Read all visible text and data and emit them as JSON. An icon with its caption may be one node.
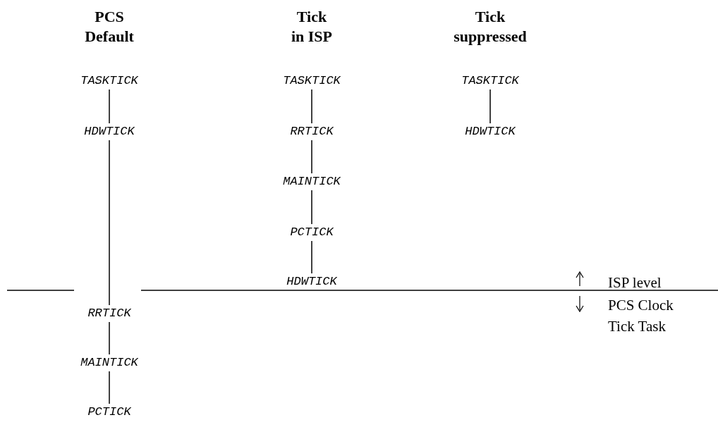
{
  "diagram": {
    "nodes": [
      {
        "text": [
          "TASKTICK"
        ]
      },
      {
        "text": [
          "HDWTICK"
        ]
      },
      {
        "text": [
          "RRTICK"
        ]
      },
      {
        "text": [
          "MAINTICK"
        ]
      },
      {
        "text": [
          "PCTICK"
        ]
      },
      {
        "text": [
          "TASKTICK"
        ]
      },
      {
        "text": [
          "RRTICK"
        ]
      },
      {
        "text": [
          "MAINTICK"
        ]
      },
      {
        "text": [
          "PCTICK"
        ]
      },
      {
        "text": [
          "HDWTICK"
        ]
      },
      {
        "text": [
          "TASKTICK"
        ]
      },
      {
        "text": [
          "HDWTICK"
        ]
      }
    ],
    "edges": [
      {
        "from": 0,
        "to": 1,
        "arrow": "none"
      },
      {
        "from": 1,
        "to": 2,
        "arrow": "none"
      },
      {
        "from": 2,
        "to": 3,
        "arrow": "none"
      },
      {
        "from": 3,
        "to": 4,
        "arrow": "none"
      },
      {
        "from": 5,
        "to": 6,
        "arrow": "none"
      },
      {
        "from": 6,
        "to": 7,
        "arrow": "none"
      },
      {
        "from": 7,
        "to": 8,
        "arrow": "none"
      },
      {
        "from": 8,
        "to": 9,
        "arrow": "none"
      },
      {
        "from": 10,
        "to": 11,
        "arrow": "none"
      }
    ],
    "labels": [
      "PCS Default",
      "Tick in ISP",
      "Tick suppressed",
      "ISP level",
      "PCS Clock Tick Task"
    ]
  }
}
